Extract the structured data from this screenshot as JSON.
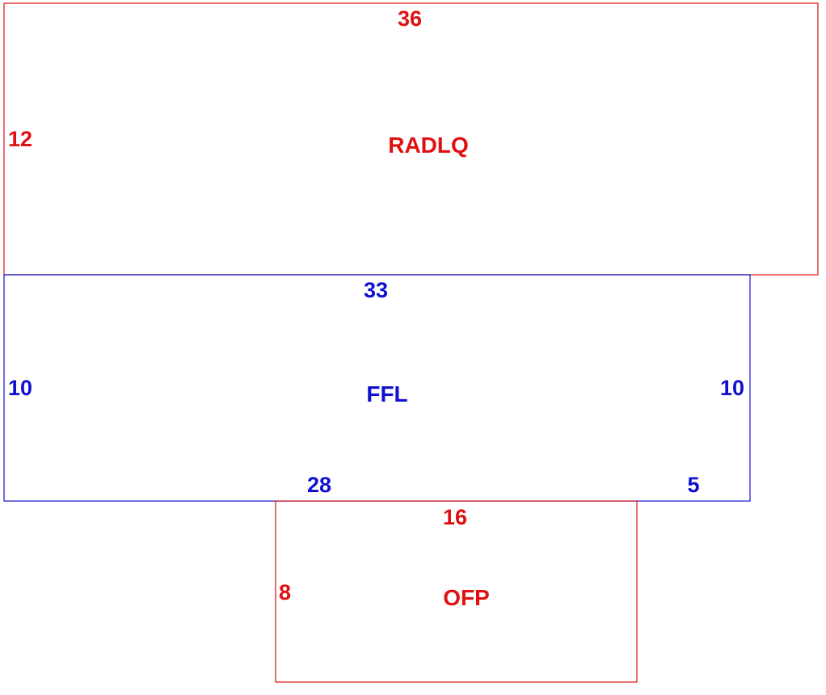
{
  "colors": {
    "background": "#ffffff",
    "red": "#e01010",
    "blue": "#1010d0"
  },
  "rooms": {
    "radlq": {
      "label": "RADLQ",
      "top": "36",
      "left": "12",
      "color": "#e01010"
    },
    "ffl": {
      "label": "FFL",
      "top": "33",
      "left": "10",
      "right": "10",
      "bottom_left": "28",
      "bottom_right": "5",
      "color": "#1010d0"
    },
    "ofp": {
      "label": "OFP",
      "top": "16",
      "left": "8",
      "color": "#e01010"
    }
  }
}
